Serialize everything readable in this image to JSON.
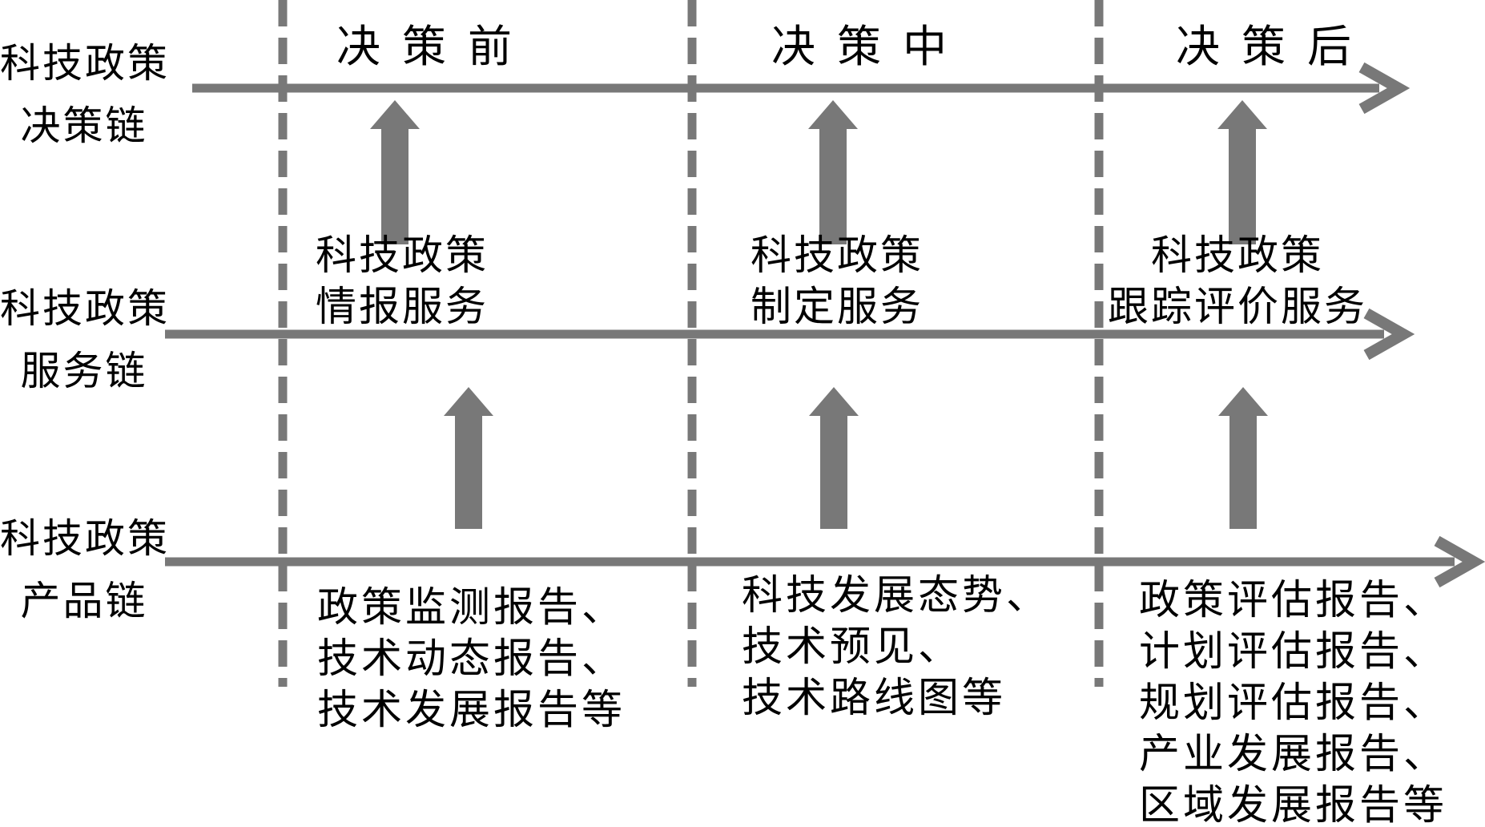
{
  "colors": {
    "line_gray": "#787878",
    "text": "#000000",
    "background": "#ffffff"
  },
  "chains": [
    {
      "id": "decision-chain",
      "label_line1": "科技政策",
      "label_line2": "决策链"
    },
    {
      "id": "service-chain",
      "label_line1": "科技政策",
      "label_line2": "服务链"
    },
    {
      "id": "product-chain",
      "label_line1": "科技政策",
      "label_line2": "产品链"
    }
  ],
  "phases": [
    {
      "label": "决策前"
    },
    {
      "label": "决策中"
    },
    {
      "label": "决策后"
    }
  ],
  "services": [
    {
      "line1": "科技政策",
      "line2": "情报服务"
    },
    {
      "line1": "科技政策",
      "line2": "制定服务"
    },
    {
      "line1": "科技政策",
      "line2": "跟踪评价服务"
    }
  ],
  "products": [
    {
      "lines": [
        "政策监测报告、",
        "技术动态报告、",
        "技术发展报告等"
      ]
    },
    {
      "lines": [
        "科技发展态势、",
        "技术预见、",
        "技术路线图等"
      ]
    },
    {
      "lines": [
        "政策评估报告、",
        "计划评估报告、",
        "规划评估报告、",
        "产业发展报告、",
        "区域发展报告等"
      ]
    }
  ]
}
